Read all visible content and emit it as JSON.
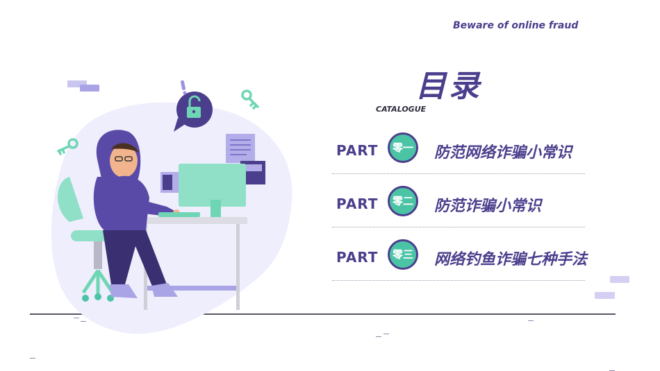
{
  "header": {
    "tagline": "Beware of online fraud",
    "title": "目录",
    "subtitle": "CATALOGUE"
  },
  "catalog": {
    "items": [
      {
        "part": "PART",
        "number": "零一",
        "label": "防范网络诈骗小常识"
      },
      {
        "part": "PART",
        "number": "零二",
        "label": "防范诈骗小常识"
      },
      {
        "part": "PART",
        "number": "零三",
        "label": "网络钓鱼诈骗七种手法"
      }
    ]
  },
  "illustration": {
    "icons": [
      "hacker-person-icon",
      "laptop-icon",
      "monitor-icon",
      "lock-icon",
      "key-icon",
      "office-chair-icon",
      "desk-icon"
    ]
  },
  "colors": {
    "primary": "#4b3e8c",
    "accent": "#4bc4a6",
    "blob": "#eeeefc",
    "deco": "#b8b4ec"
  }
}
